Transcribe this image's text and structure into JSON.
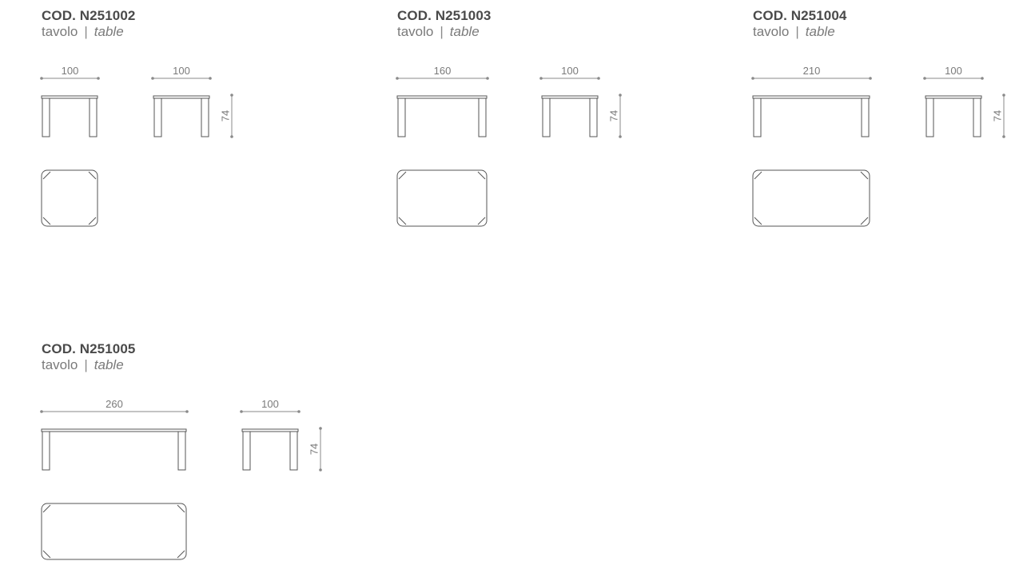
{
  "products": [
    {
      "code": "COD. N251002",
      "name_it": "tavolo",
      "separator": "|",
      "name_en": "table",
      "length": "100",
      "width": "100",
      "height": "74"
    },
    {
      "code": "COD. N251003",
      "name_it": "tavolo",
      "separator": "|",
      "name_en": "table",
      "length": "160",
      "width": "100",
      "height": "74"
    },
    {
      "code": "COD. N251004",
      "name_it": "tavolo",
      "separator": "|",
      "name_en": "table",
      "length": "210",
      "width": "100",
      "height": "74"
    },
    {
      "code": "COD. N251005",
      "name_it": "tavolo",
      "separator": "|",
      "name_en": "table",
      "length": "260",
      "width": "100",
      "height": "74"
    }
  ],
  "colors": {
    "line": "#555555",
    "dimension": "#8a8a8a",
    "text_dark": "#4a4a4a",
    "text_light": "#7a7a7a"
  }
}
